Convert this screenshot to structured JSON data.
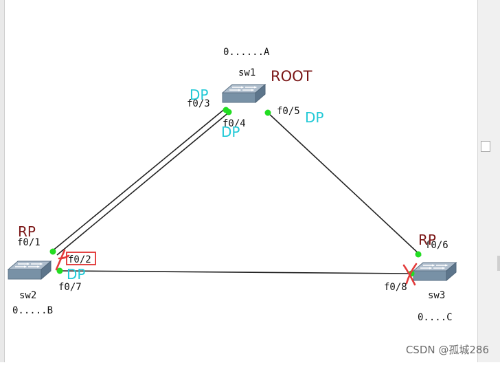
{
  "colors": {
    "dp": "#21c9d6",
    "rp_root": "#7a1616",
    "port_dot": "#22dd22",
    "blocked": "#e33b3b",
    "switch_top": "#a9b8c8",
    "switch_side": "#6d8397"
  },
  "icons": [
    "switch-icon",
    "blocked-x-icon"
  ],
  "switches": {
    "sw1": {
      "name": "sw1",
      "id": "0......A",
      "role": "ROOT"
    },
    "sw2": {
      "name": "sw2",
      "id": "0.....B"
    },
    "sw3": {
      "name": "sw3",
      "id": "0....C"
    }
  },
  "ports": {
    "f03": {
      "name": "f0/3",
      "role": "DP"
    },
    "f04": {
      "name": "f0/4",
      "role": "DP"
    },
    "f05": {
      "name": "f0/5",
      "role": "DP"
    },
    "f01": {
      "name": "f0/1",
      "role": "RP"
    },
    "f02": {
      "name": "f0/2"
    },
    "f07": {
      "name": "f0/7",
      "role": "DP"
    },
    "f06": {
      "name": "f0/6",
      "role": "RP"
    },
    "f08": {
      "name": "f0/8"
    }
  },
  "watermark": "CSDN @孤城286"
}
